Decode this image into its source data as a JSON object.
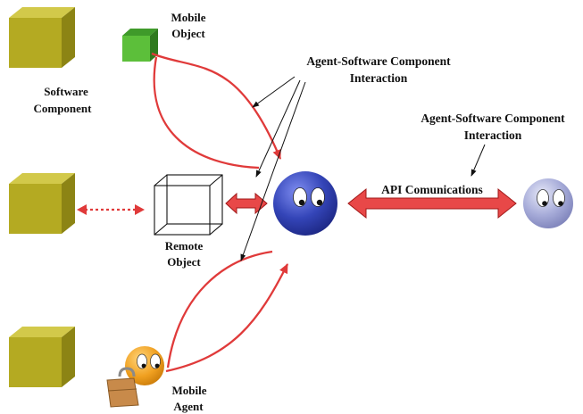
{
  "labels": {
    "mobile_object": [
      "Mobile",
      "Object"
    ],
    "software_component": [
      "Software",
      "Component"
    ],
    "interaction_left": [
      "Agent-Software Component",
      "Interaction"
    ],
    "interaction_right": [
      "Agent-Software Component",
      "Interaction"
    ],
    "api": "API Comunications",
    "remote_object": [
      "Remote",
      "Object"
    ],
    "mobile_agent": [
      "Mobile",
      "Agent"
    ]
  },
  "colors": {
    "cube_front": "#b4aa22",
    "cube_top": "#d2c94a",
    "cube_side": "#8c8414",
    "mobile_object": "#5cbf3a",
    "agent_dark": "#2b3aa0",
    "agent_light": "#a3a8d6",
    "mobile_agent": "#f0a020",
    "arrow_red": "#e03a3a",
    "api_arrow_fill": "#e84848"
  },
  "icons": {
    "software_component": "yellow-cube-icon",
    "mobile_object": "green-cube-icon",
    "remote_object": "wireframe-cube-icon",
    "agent": "agent-face-icon",
    "mobile_agent": "mobile-agent-icon",
    "briefcase": "briefcase-icon"
  }
}
